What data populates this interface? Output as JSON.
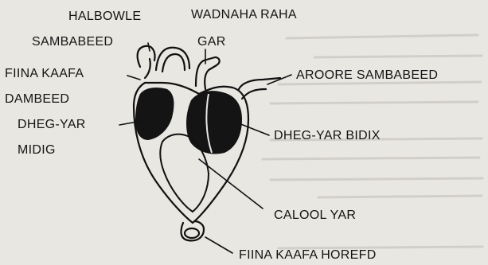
{
  "labels": {
    "halbowle": "HALBOWLE",
    "sambabeed": "SAMBABEED",
    "wadnaha_raha": "WADNAHA RAHA",
    "gar": "GAR",
    "fiina_kaafa": "FIINA KAAFA",
    "dambeed": "DAMBEED",
    "aroore_sambabeed": "AROORE SAMBABEED",
    "dheg_yar": "DHEG-YAR",
    "midig": "MIDIG",
    "dheg_yar_bidix": "DHEG-YAR BIDIX",
    "calool_yar": "CALOOL YAR",
    "fiina_kaafa_horefd": "FIINA KAAFA HOREFD"
  }
}
